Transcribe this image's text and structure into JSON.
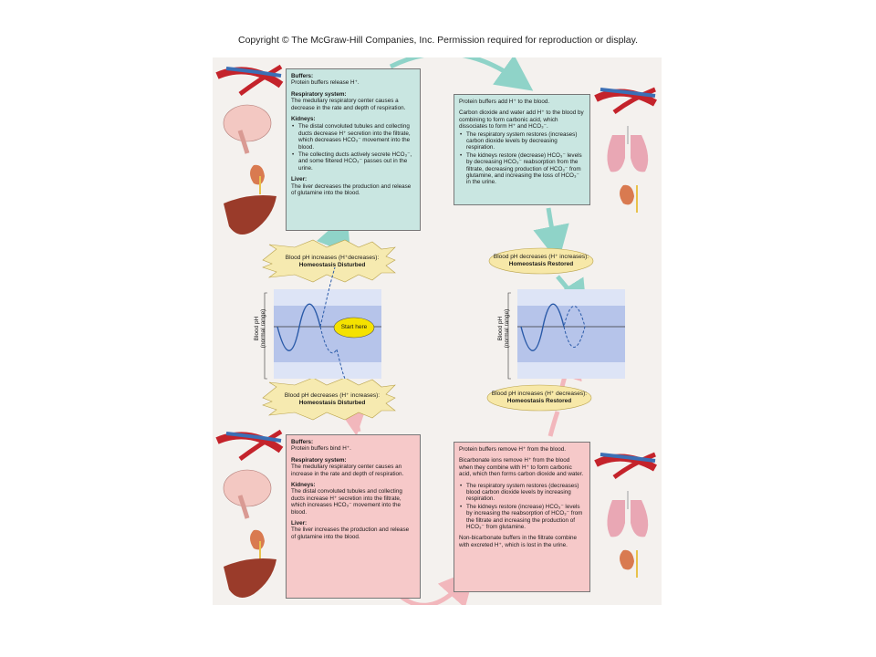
{
  "copyright": "Copyright © The McGraw-Hill Companies, Inc. Permission required for reproduction or display.",
  "top_left": {
    "buffers_head": "Buffers:",
    "buffers_text": "Protein buffers release H⁺.",
    "resp_head": "Respiratory system:",
    "resp_text": "The medullary respiratory center causes a decrease in the rate and depth of respiration.",
    "kid_head": "Kidneys:",
    "kid_b1": "The distal convoluted tubules and collecting ducts decrease H⁺ secretion into the filtrate, which decreases HCO₃⁻ movement into the blood.",
    "kid_b2": "The collecting ducts actively secrete HCO₃⁻, and some filtered HCO₃⁻ passes out in the urine.",
    "liv_head": "Liver:",
    "liv_text": "The liver decreases the production and release of glutamine into the blood."
  },
  "top_right": {
    "p1": "Protein buffers add H⁺ to the blood.",
    "p2": "Carbon dioxide and water add H⁺ to the blood by combining to form carbonic acid, which dissociates to form H⁺ and HCO₃⁻.",
    "b1": "The respiratory system restores (increases) carbon dioxide levels by decreasing respiration.",
    "b2": "The kidneys restore (decrease) HCO₃⁻ levels by decreasing HCO₃⁻ reabsorption from the filtrate, decreasing production of HCO₃⁻ from glutamine, and increasing the loss of HCO₃⁻ in the urine."
  },
  "bottom_left": {
    "buffers_head": "Buffers:",
    "buffers_text": "Protein buffers bind H⁺.",
    "resp_head": "Respiratory system:",
    "resp_text": "The medullary respiratory center causes an increase in the rate and depth of respiration.",
    "kid_head": "Kidneys:",
    "kid_text": "The distal convoluted tubules and collecting ducts increase H⁺ secretion into the filtrate, which increases HCO₃⁻ movement into the blood.",
    "liv_head": "Liver:",
    "liv_text": "The liver increases the production and release of glutamine into the blood."
  },
  "bottom_right": {
    "p1": "Protein buffers remove H⁺ from the blood.",
    "p2": "Bicarbonate ions remove H⁺ from the blood when they combine with H⁺ to form carbonic acid, which then forms carbon dioxide and water.",
    "b1": "The respiratory system restores (decreases) blood carbon dioxide levels by increasing respiration.",
    "b2": "The kidneys restore (increase) HCO₃⁻ levels by increasing the reabsorption of HCO₃⁻ from the filtrate and increasing the production of HCO₃⁻ from glutamine.",
    "p3": "Non-bicarbonate buffers in the filtrate combine with excreted H⁺, which is lost in the urine."
  },
  "labels": {
    "disturbed_up_1": "Blood pH increases (H⁺decreases):",
    "disturbed_up_2": "Homeostasis Disturbed",
    "restored_down_1": "Blood pH decreases (H⁺ increases):",
    "restored_down_2": "Homeostasis Restored",
    "disturbed_down_1": "Blood pH decreases (H⁺ increases):",
    "disturbed_down_2": "Homeostasis Disturbed",
    "restored_up_1": "Blood pH increases (H⁺ decreases):",
    "restored_up_2": "Homeostasis Restored",
    "start": "Start here",
    "graph_axis_1": "Blood pH",
    "graph_axis_2": "(normal range)"
  },
  "colors": {
    "teal_box": "#c9e6e1",
    "pink_box": "#f6c9c9",
    "burst": "#f6eab0",
    "oval": "#f7e8a8",
    "start_oval": "#f5e200",
    "graph_band": "#b6c4ea",
    "wave": "#2a5aa8",
    "teal_arrow": "#8fd3c8",
    "pink_arrow": "#f2b7bc"
  }
}
